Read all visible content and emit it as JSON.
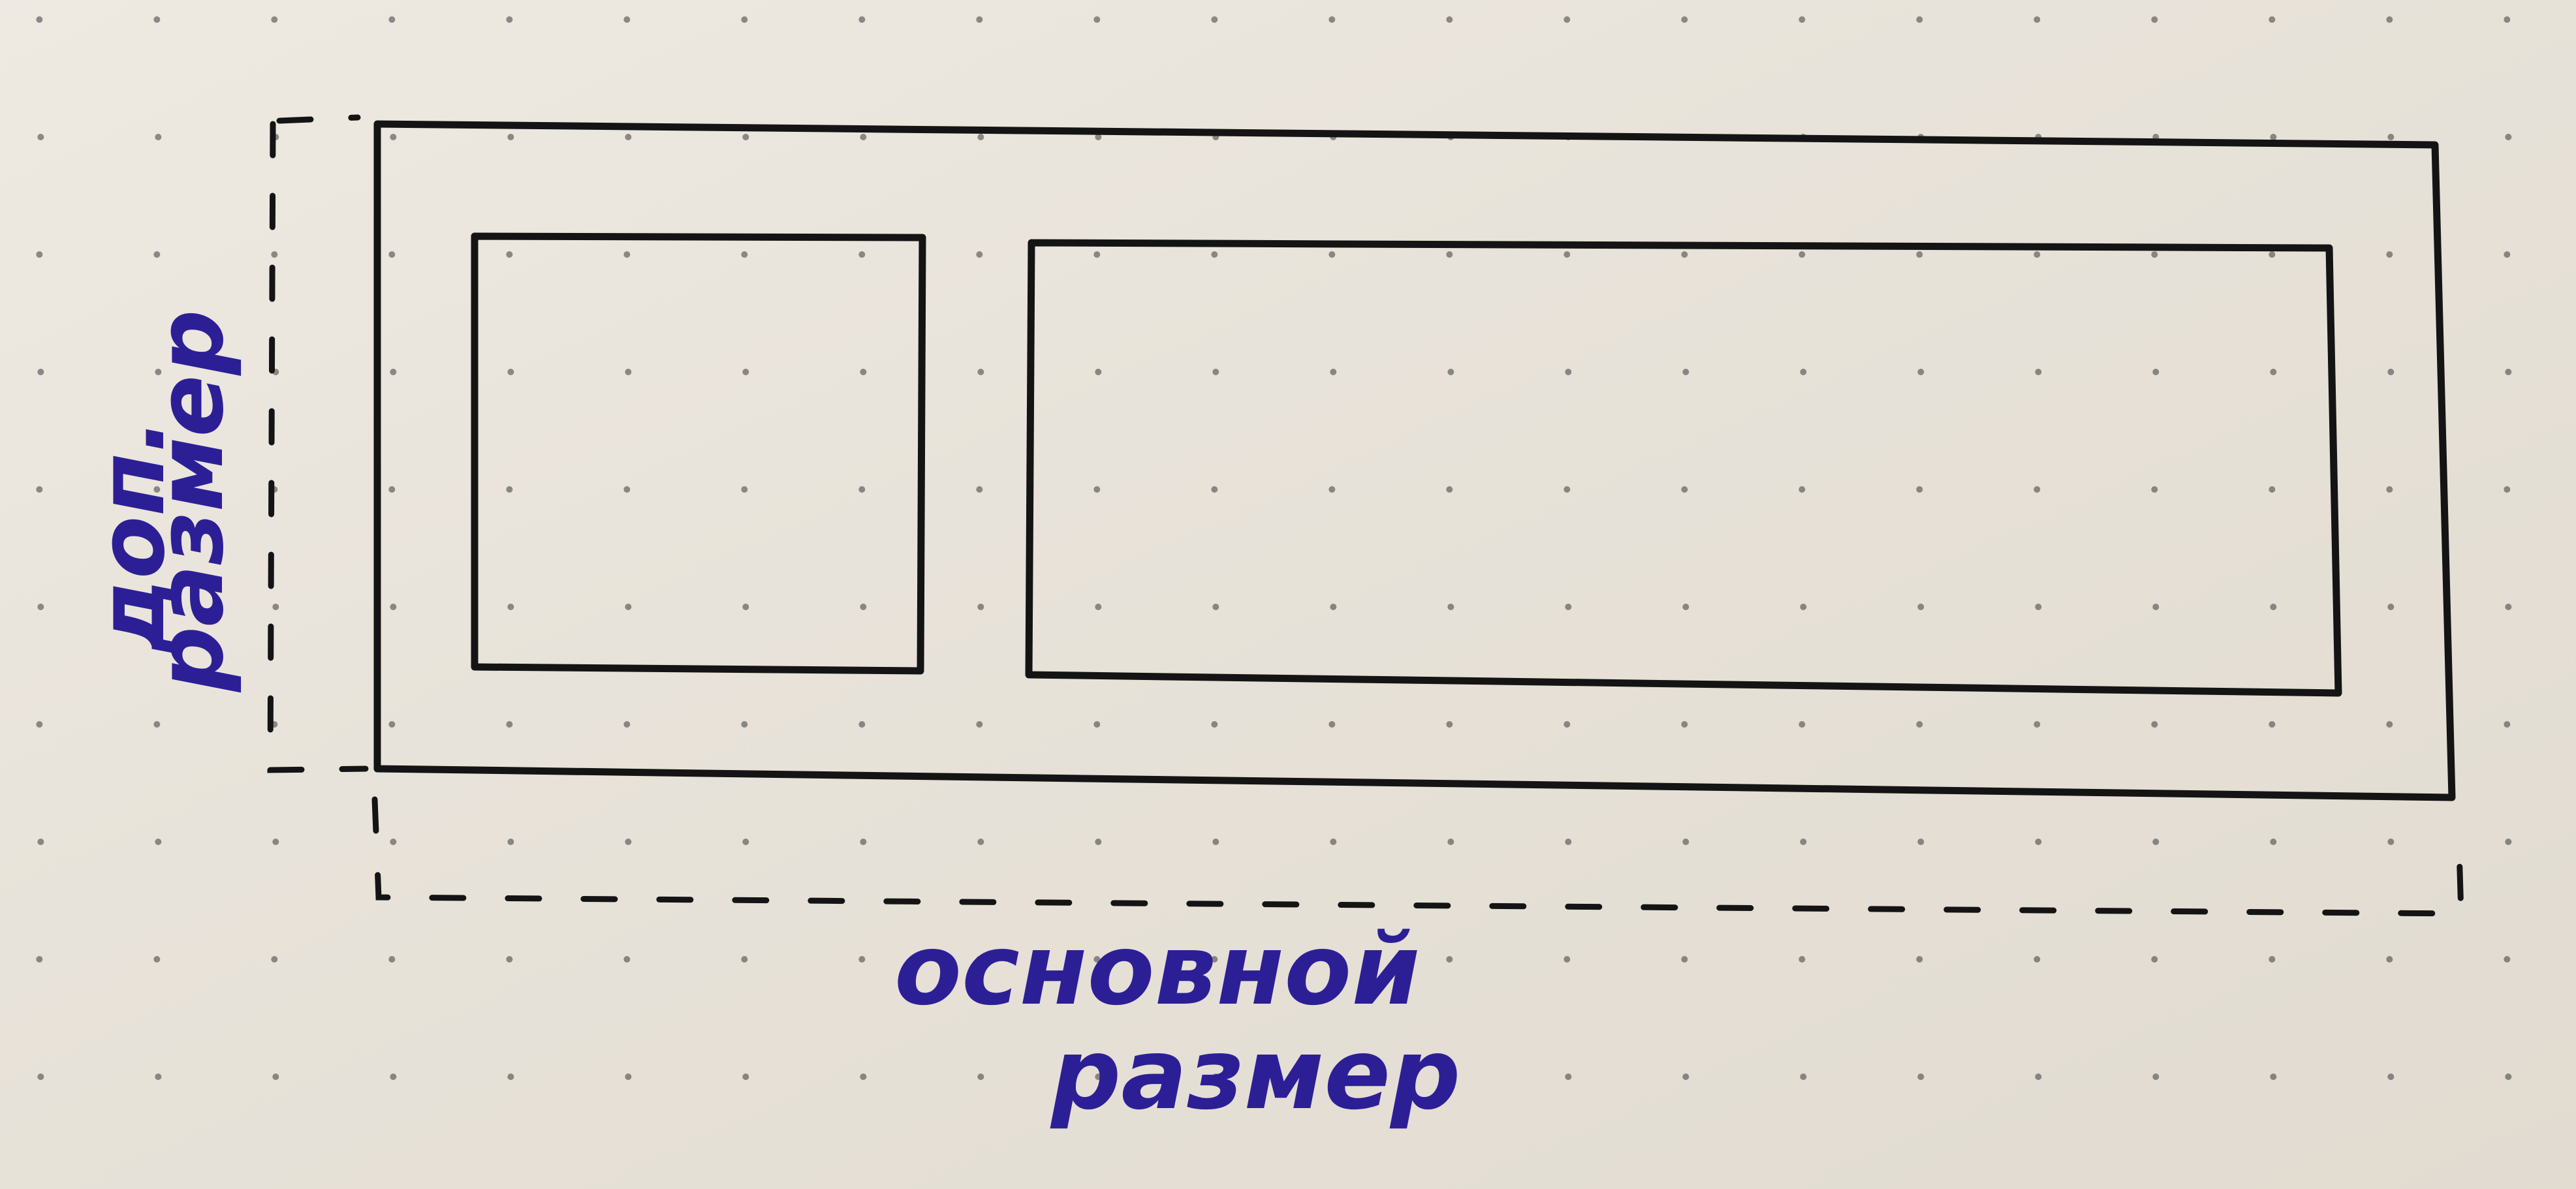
{
  "labels": {
    "main_size_line1": "основной",
    "main_size_line2": "размер",
    "extra_size_line1": "доп.",
    "extra_size_line2": "размер"
  },
  "colors": {
    "paper": "#e9e4db",
    "ink": "#141414",
    "dots": "#3a3a3a",
    "label_ink": "#2c1f96"
  }
}
